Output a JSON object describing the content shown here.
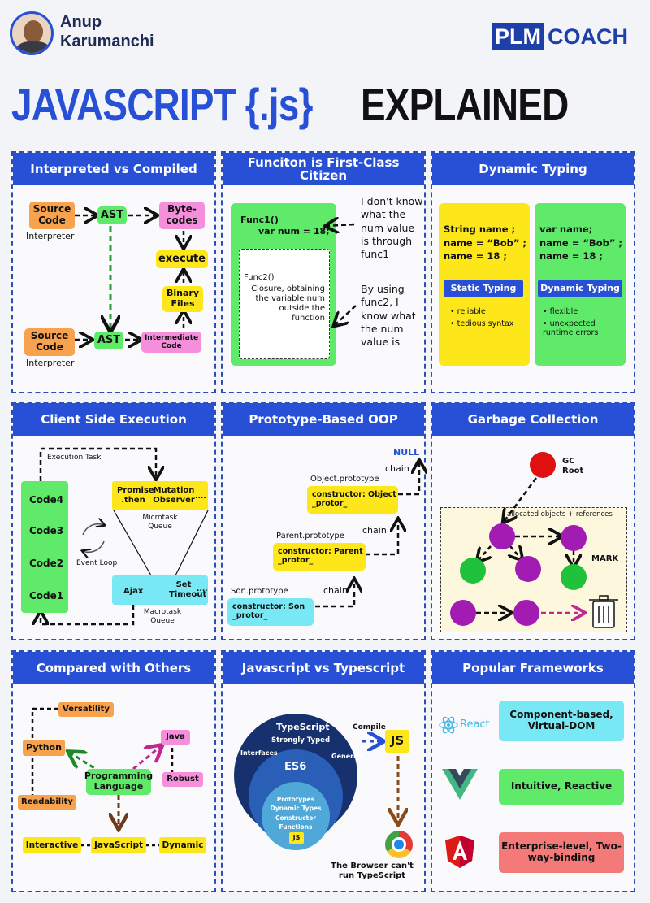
{
  "header": {
    "author_first": "Anup",
    "author_last": "Karumanchi",
    "logo_left": "PLM",
    "logo_right": "COACH",
    "title_a": "JAVASCRIPT {.js}",
    "title_b": "EXPLAINED"
  },
  "colors": {
    "blue": "#2750d6",
    "green": "#5fea6a",
    "yellow": "#fde619",
    "orange": "#f6a24e",
    "pink": "#f58fdc",
    "cyan": "#78e9f4"
  },
  "p1": {
    "title": "Interpreted vs Compiled",
    "source": "Source Code",
    "interpreter": "Interpreter",
    "ast": "AST",
    "bytecodes": "Byte-codes",
    "execute": "execute",
    "binary": "Binary Files",
    "intermediate": "Intermediate Code"
  },
  "p2": {
    "title": "Funciton is First-Class Citizen",
    "func1": "Func1()",
    "func1_body": "var num = 18;",
    "func2": "Func2()",
    "func2_body": "Closure, obtaining the variable num outside the function",
    "note1": "I don't know what the num value is through func1",
    "note2": "By using func2, I know what the num value is"
  },
  "p3": {
    "title": "Dynamic Typing",
    "static_code": "String name ; name = “Bob” ; name = 18 ;",
    "static_label": "Static Typing",
    "static_points": [
      "reliable",
      "tedious syntax"
    ],
    "dynamic_code": "var name; name = “Bob” ; name = 18 ;",
    "dynamic_label": "Dynamic Typing",
    "dynamic_points": [
      "flexible",
      "unexpected runtime errors"
    ]
  },
  "p4": {
    "title": "Client Side Execution",
    "execution_task": "Execution Task",
    "codes": [
      "Code4",
      "Code3",
      "Code2",
      "Code1"
    ],
    "event_loop": "Event Loop",
    "promise": "Promise .then",
    "mutation": "Mutation Observer",
    "dots": "....",
    "microtask": "Microtask Queue",
    "ajax": "Ajax",
    "settimeout": "Set Timeout",
    "macrotask": "Macrotask Queue"
  },
  "p5": {
    "title": "Prototype-Based OOP",
    "null": "NULL",
    "chain": "chain",
    "object_proto": "Object.prototype",
    "object_box": "constructor: Object _protor_",
    "parent_proto": "Parent.prototype",
    "parent_box": "constructor: Parent _protor_",
    "son_proto": "Son.prototype",
    "son_box": "constructor: Son _protor_"
  },
  "p6": {
    "title": "Garbage Collection",
    "gc_root": "GC Root",
    "allocated": "allocated objects + references",
    "mark": "MARK"
  },
  "p7": {
    "title": "Compared with Others",
    "versatility": "Versatility",
    "python": "Python",
    "readability": "Readability",
    "java": "Java",
    "robust": "Robust",
    "programming": "Programming Language",
    "interactive": "Interactive",
    "javascript": "JavaScript",
    "dynamic": "Dynamic"
  },
  "p8": {
    "title": "Javascript vs Typescript",
    "typescript": "TypeScript",
    "strongly": "Strongly Typed",
    "interfaces": "Interfaces",
    "generics": "Generics",
    "es6": "ES6",
    "features": "Prototypes Dynamic Types Constructor Functions",
    "js_small": "JS",
    "compile": "Compile",
    "js_big": "JS",
    "browser": "The Browser can't run TypeScript"
  },
  "p9": {
    "title": "Popular Frameworks",
    "react_name": "React",
    "react": "Component-based, Virtual-DOM",
    "vue": "Intuitive, Reactive",
    "angular": "Enterprise-level, Two-way-binding"
  }
}
